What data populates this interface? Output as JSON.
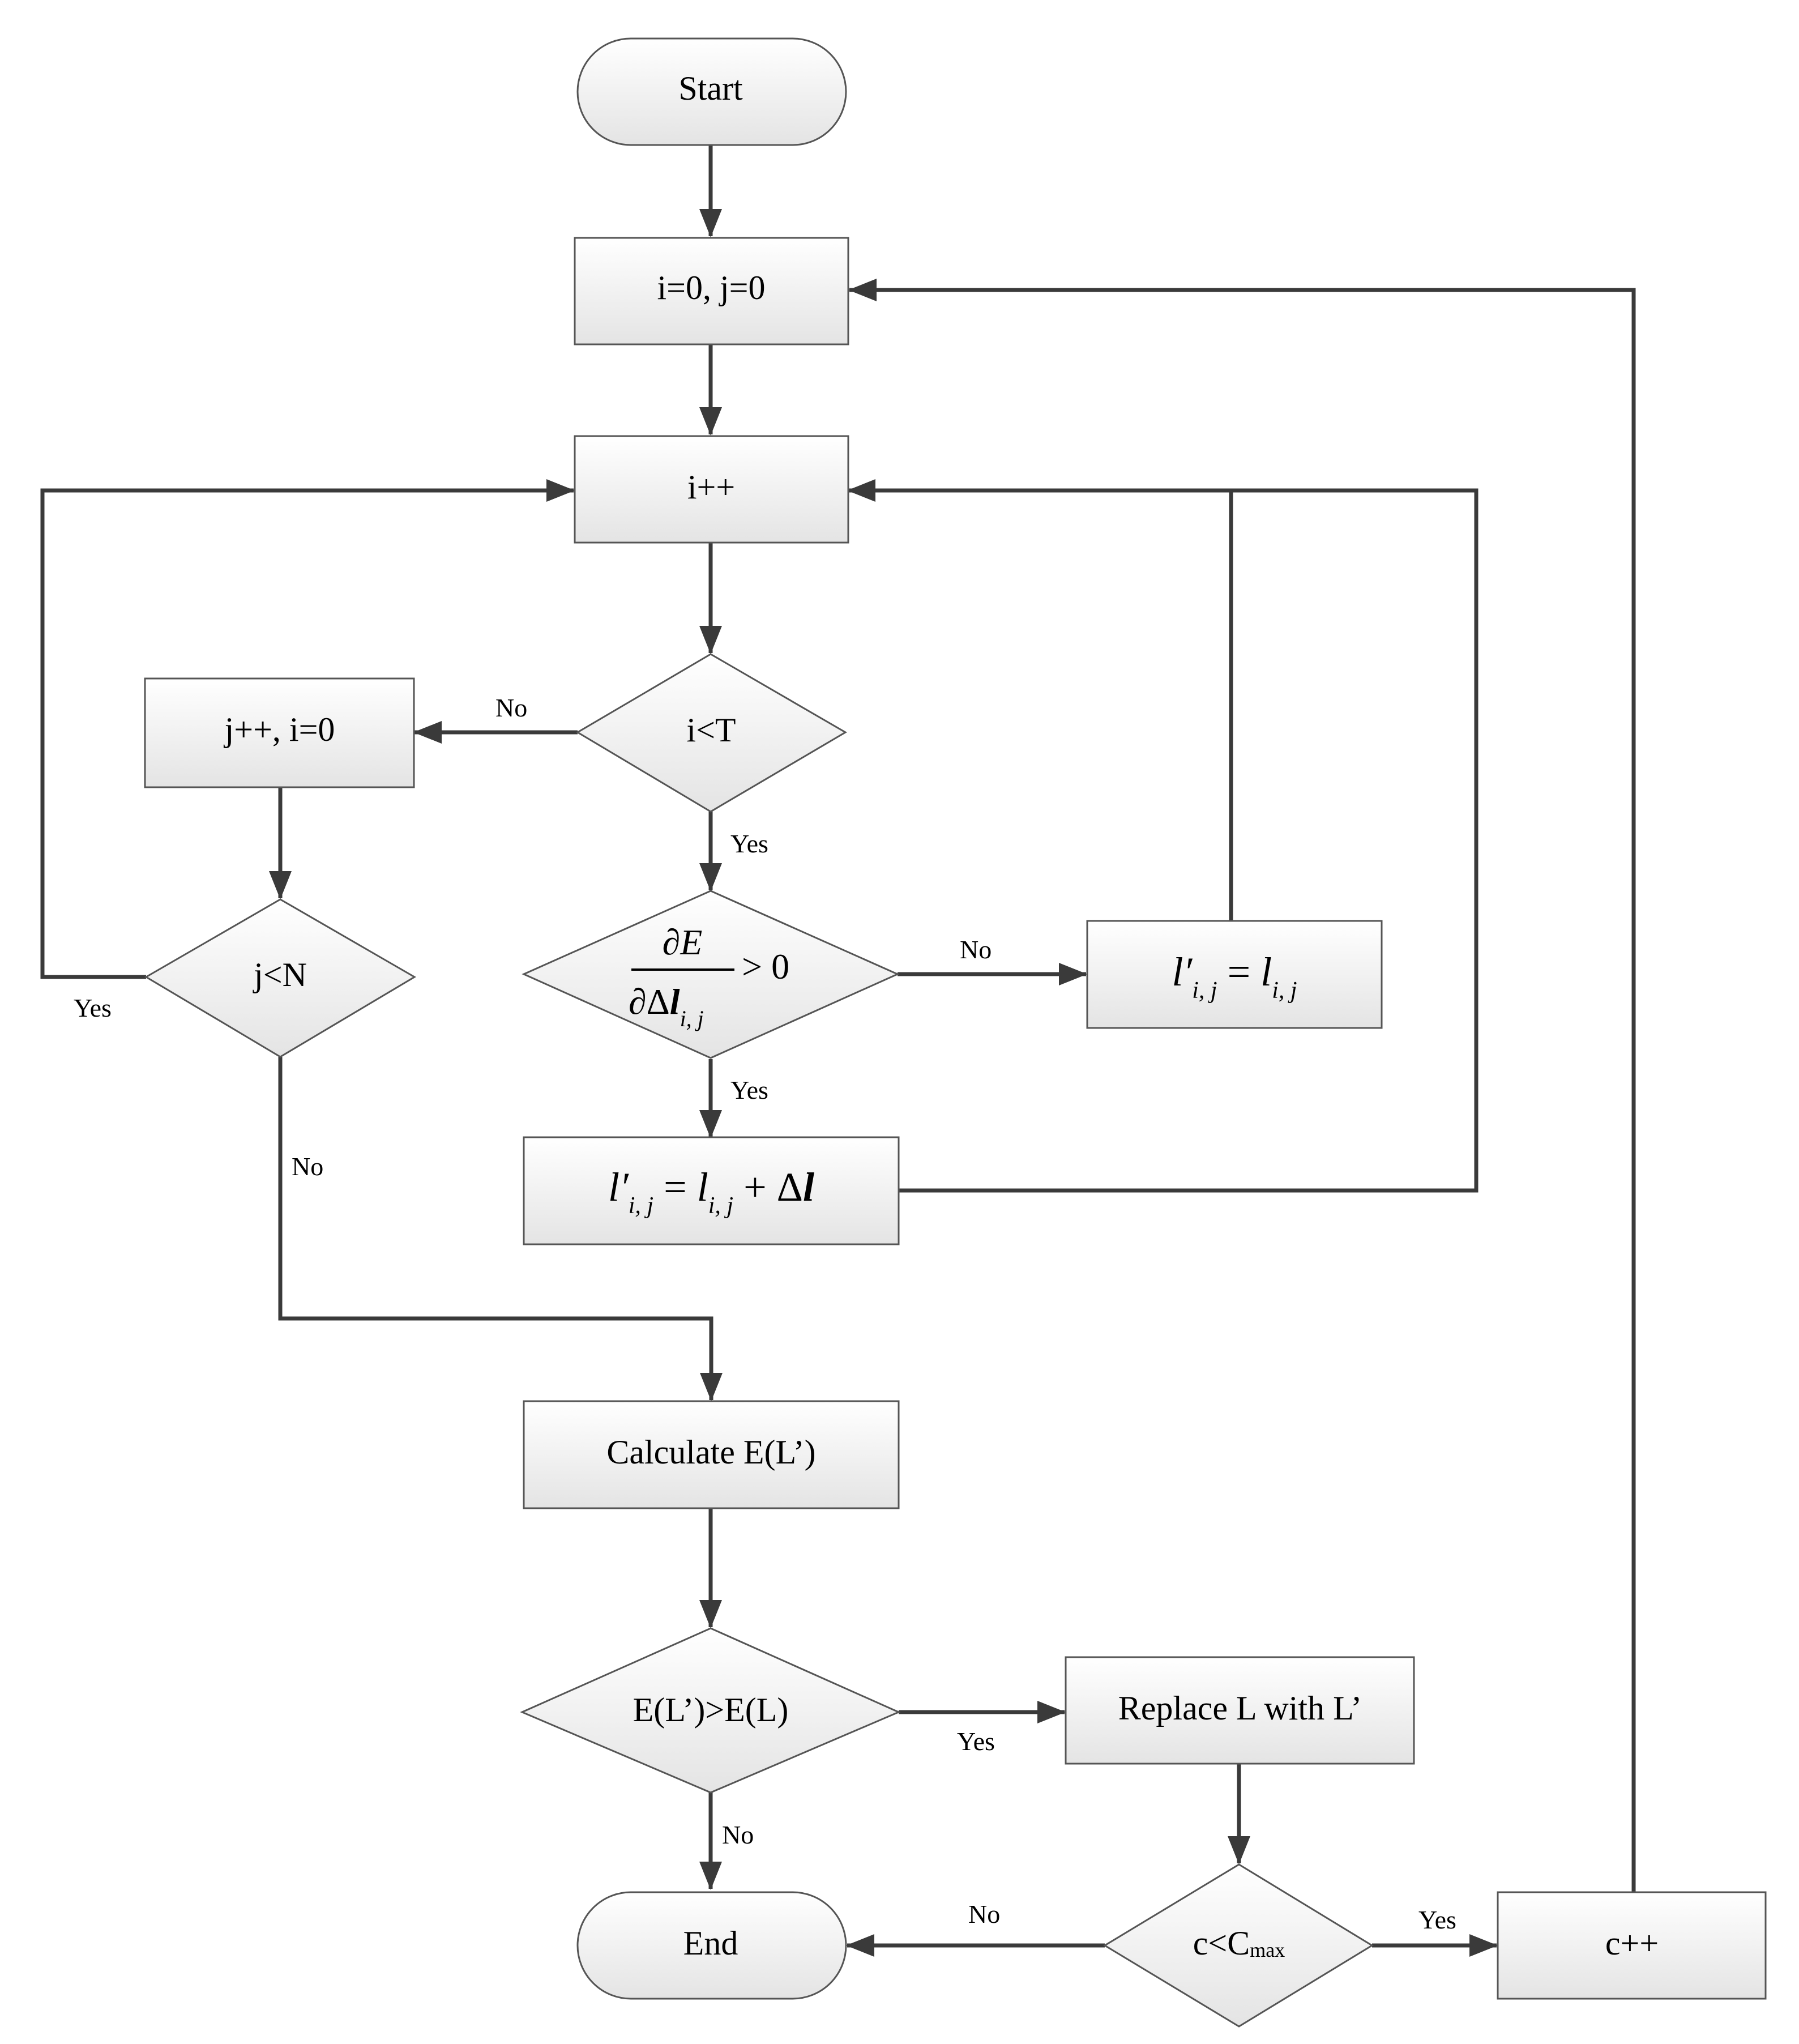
{
  "nodes": {
    "start": "Start",
    "init": "i=0, j=0",
    "inc_i": "i++",
    "cond_i": "i<T",
    "inc_j": "j++, i=0",
    "cond_j": "j<N",
    "cond_grad": {
      "num": "∂E",
      "den_pre": "∂Δ",
      "den_var": "l",
      "den_sub": "i, j",
      "rhs": "> 0"
    },
    "assign_same": {
      "lhs": "l′",
      "lhs_sub": "i, j",
      "eq": " = ",
      "rhs": "l",
      "rhs_sub": "i, j"
    },
    "assign_inc": {
      "lhs": "l′",
      "lhs_sub": "i, j",
      "eq": " = ",
      "rhs": "l",
      "rhs_sub": "i, j",
      "plus": " + Δ",
      "plus_var": "l"
    },
    "calc": "Calculate E(L’)",
    "cond_e": "E(L’)>E(L)",
    "replace": "Replace L with L’",
    "cond_c": {
      "main": "c<C",
      "sub": "max"
    },
    "inc_c": "c++",
    "end": "End"
  },
  "labels": {
    "cond_i_no": "No",
    "cond_i_yes": "Yes",
    "cond_j_yes": "Yes",
    "cond_j_no": "No",
    "cond_grad_no": "No",
    "cond_grad_yes": "Yes",
    "cond_e_yes": "Yes",
    "cond_e_no": "No",
    "cond_c_no": "No",
    "cond_c_yes": "Yes"
  },
  "colors": {
    "fill_top": "#ffffff",
    "fill_bottom": "#e6e6e6",
    "stroke": "#555555",
    "line": "#3a3a3a"
  }
}
